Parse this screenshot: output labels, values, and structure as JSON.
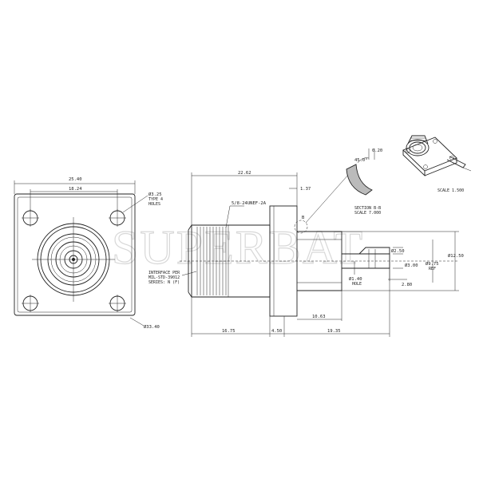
{
  "watermark": "SUPERBAT",
  "front_view": {
    "dim_overall": "25.40",
    "dim_holes_spacing": "18.24",
    "dim_hole": "Ø3.25",
    "hole_note_1": "TYPE 4",
    "hole_note_2": "HOLES",
    "dim_flange_dia": "Ø33.40"
  },
  "side_view": {
    "dim_length": "22.62",
    "dim_flange_step": "1.37",
    "thread_spec": "5/8-24UNEF-2A",
    "interface_1": "INTERFACE PER",
    "interface_2": "MIL-STD-39012",
    "interface_3": "SERIES: N (F)",
    "dim_tail_dia": "Ø12.50",
    "dim_pin_dia": "Ø9.75",
    "dim_pin_ref": "REF",
    "dim_cup": "Ø2.50",
    "dim_cup2": "Ø3.00",
    "dim_hole_small": "Ø1.40",
    "dim_hole_label": "HOLE",
    "dim_2_80": "2.80",
    "dim_10_63": "10.63",
    "dim_16_75": "16.75",
    "dim_4_50": "4.50",
    "dim_19_35": "19.35",
    "marker_b": "B"
  },
  "section": {
    "dim_020": "0.20",
    "angle": "45.0°",
    "label_1": "SECTION  B-B",
    "label_2": "SCALE  7.000"
  },
  "iso_view": {
    "scale": "SCALE  1.500"
  }
}
